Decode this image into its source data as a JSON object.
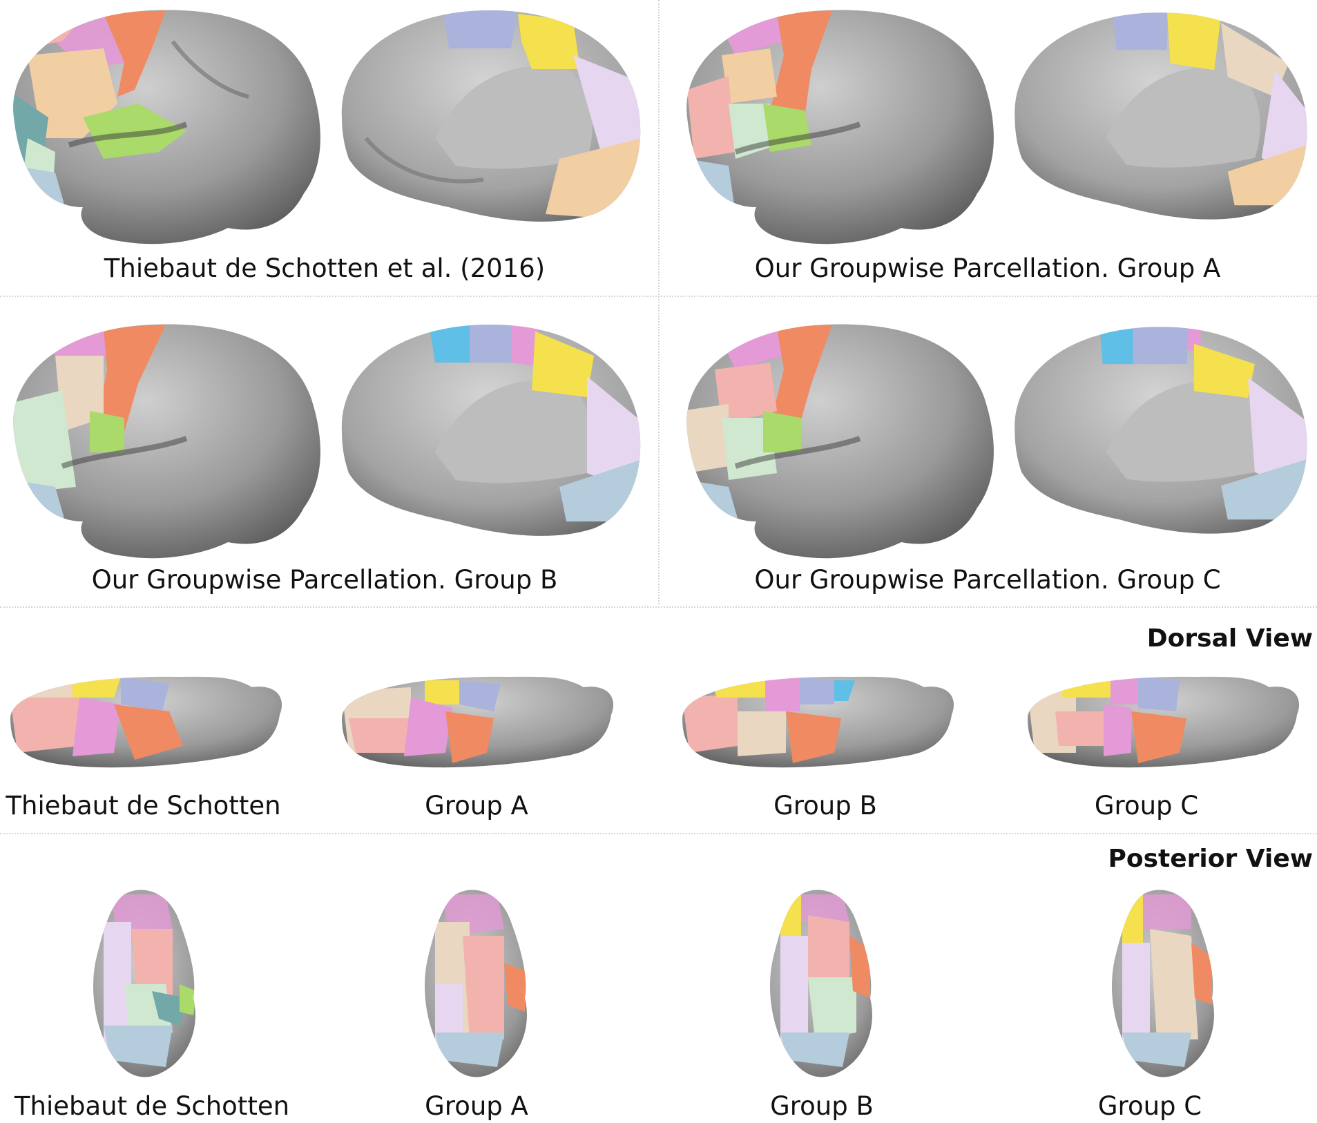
{
  "lateral_medial": {
    "panels": [
      {
        "caption": "Thiebaut de Schotten et al. (2016)"
      },
      {
        "caption": "Our Groupwise Parcellation. Group A"
      },
      {
        "caption": "Our Groupwise Parcellation. Group B"
      },
      {
        "caption": "Our Groupwise Parcellation. Group C"
      }
    ]
  },
  "dorsal_view": {
    "title": "Dorsal View",
    "captions": [
      "Thiebaut de Schotten",
      "Group A",
      "Group B",
      "Group C"
    ]
  },
  "posterior_view": {
    "title": "Posterior View",
    "captions": [
      "Thiebaut de Schotten",
      "Group A",
      "Group B",
      "Group C"
    ]
  },
  "colors": {
    "cortex": "#9d9d9d",
    "medial_base": "#bdbdbd",
    "salmon": "#e8957a",
    "orange": "#ef8a62",
    "peach": "#f2cfa3",
    "tan": "#e9d7c2",
    "pink": "#f2b3ae",
    "magenta": "#e39ad6",
    "lavender": "#e7d6ef",
    "periwinkle": "#a9b3dc",
    "cyan": "#5fbfe6",
    "yellow": "#f5e04d",
    "green": "#a9da6a",
    "mint": "#cfe8cf",
    "teal": "#72a8a8",
    "lightblue": "#b5ccdc"
  }
}
